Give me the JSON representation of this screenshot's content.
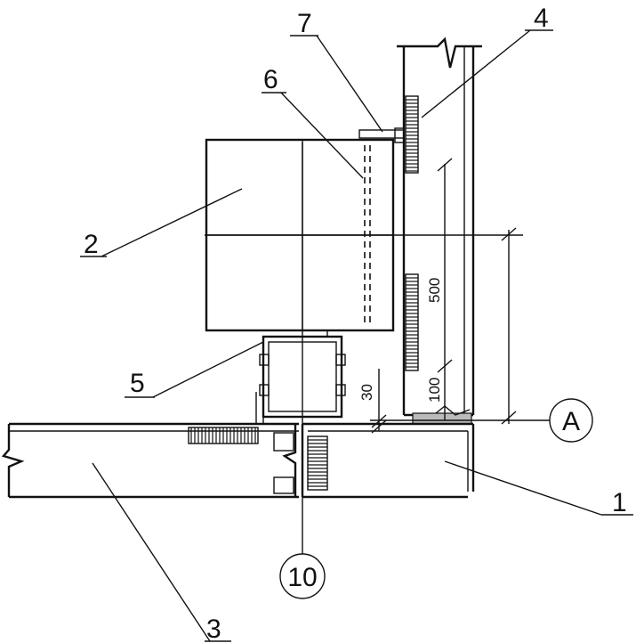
{
  "callouts": {
    "c1": "1",
    "c2": "2",
    "c3": "3",
    "c4": "4",
    "c5": "5",
    "c6": "6",
    "c7": "7"
  },
  "dimensions": {
    "d500": "500",
    "d100": "100",
    "d30": "30"
  },
  "axis_bubbles": {
    "a": "A",
    "ten": "10"
  }
}
